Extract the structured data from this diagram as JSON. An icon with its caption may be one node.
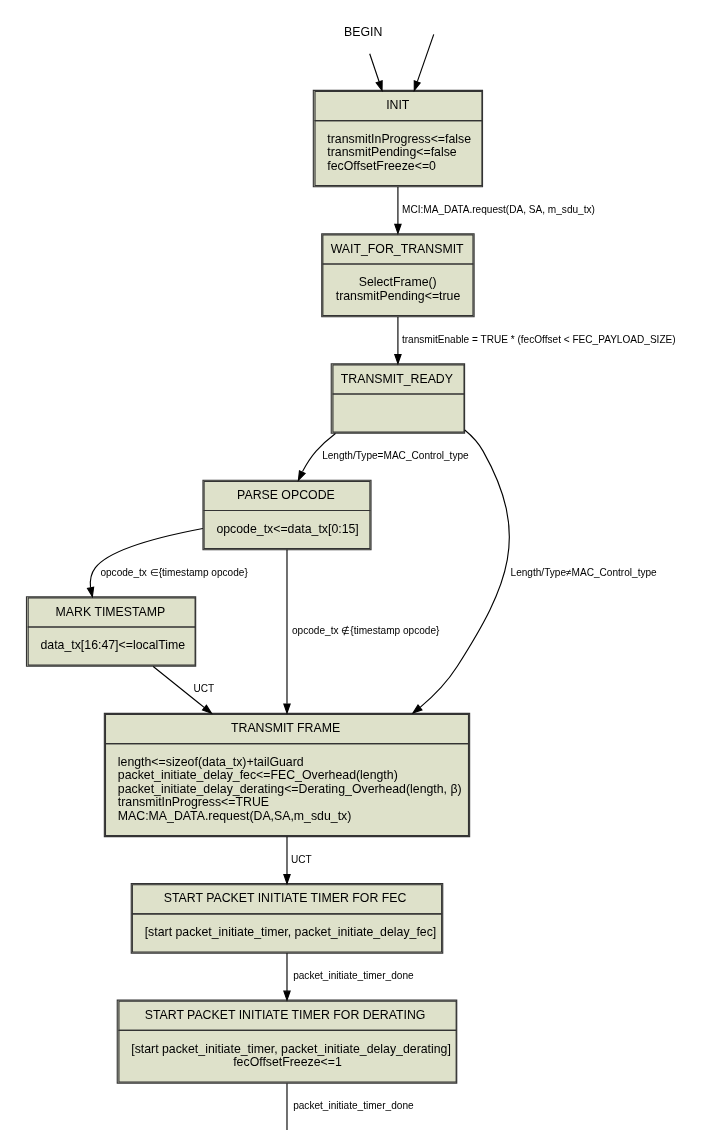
{
  "diagram": {
    "nodes": [
      {
        "text": [
          "BEGIN"
        ]
      },
      {
        "text": [
          "INIT",
          "transmitInProgress<=false",
          "transmitPending<=false",
          "fecOffsetFreeze<=0"
        ]
      },
      {
        "text": [
          "WAIT_FOR_TRANSMIT",
          "SelectFrame()",
          "transmitPending<=true"
        ]
      },
      {
        "text": [
          "TRANSMIT_READY"
        ]
      },
      {
        "text": [
          "PARSE OPCODE",
          "opcode_tx<=data_tx[0:15]"
        ]
      },
      {
        "text": [
          "MARK TIMESTAMP",
          "data_tx[16:47]<=localTime"
        ]
      },
      {
        "text": [
          "TRANSMIT FRAME",
          "length<=sizeof(data_tx)+tailGuard",
          "packet_initiate_delay_fec<=FEC_Overhead(length)",
          "packet_initiate_delay_derating<=Derating_Overhead(length, β)",
          "transmitInProgress<=TRUE",
          "MAC:MA_DATA.request(DA,SA,m_sdu_tx)"
        ]
      },
      {
        "text": [
          "START PACKET INITIATE TIMER FOR FEC",
          "[start packet_initiate_timer, packet_initiate_delay_fec]"
        ]
      },
      {
        "text": [
          "START PACKET INITIATE TIMER FOR DERATING",
          "[start packet_initiate_timer, packet_initiate_delay_derating]",
          "fecOffsetFreeze<=1"
        ]
      }
    ],
    "edges": [
      {
        "from": 0,
        "to": 1,
        "arrow": "to"
      },
      {
        "from": null,
        "to": 1,
        "arrow": "to"
      },
      {
        "from": 1,
        "to": 2,
        "arrow": "to",
        "label": "MCI:MA_DATA.request(DA, SA, m_sdu_tx)"
      },
      {
        "from": 2,
        "to": 3,
        "arrow": "to",
        "label": "transmitEnable = TRUE * (fecOffset < FEC_PAYLOAD_SIZE)"
      },
      {
        "from": 3,
        "to": 4,
        "arrow": "to",
        "label": "Length/Type=MAC_Control_type"
      },
      {
        "from": 3,
        "to": 6,
        "arrow": "to",
        "label": "Length/Type≠MAC_Control_type"
      },
      {
        "from": 4,
        "to": 5,
        "arrow": "to",
        "label": "opcode_tx ∈{timestamp opcode}"
      },
      {
        "from": 4,
        "to": 6,
        "arrow": "to",
        "label": "opcode_tx ∉{timestamp opcode}"
      },
      {
        "from": 5,
        "to": 6,
        "arrow": "to",
        "label": "UCT"
      },
      {
        "from": 6,
        "to": 7,
        "arrow": "to",
        "label": "UCT"
      },
      {
        "from": 7,
        "to": 8,
        "arrow": "to",
        "label": "packet_initiate_timer_done"
      },
      {
        "from": 8,
        "to": null,
        "arrow": "none",
        "label": "packet_initiate_timer_done"
      }
    ]
  }
}
